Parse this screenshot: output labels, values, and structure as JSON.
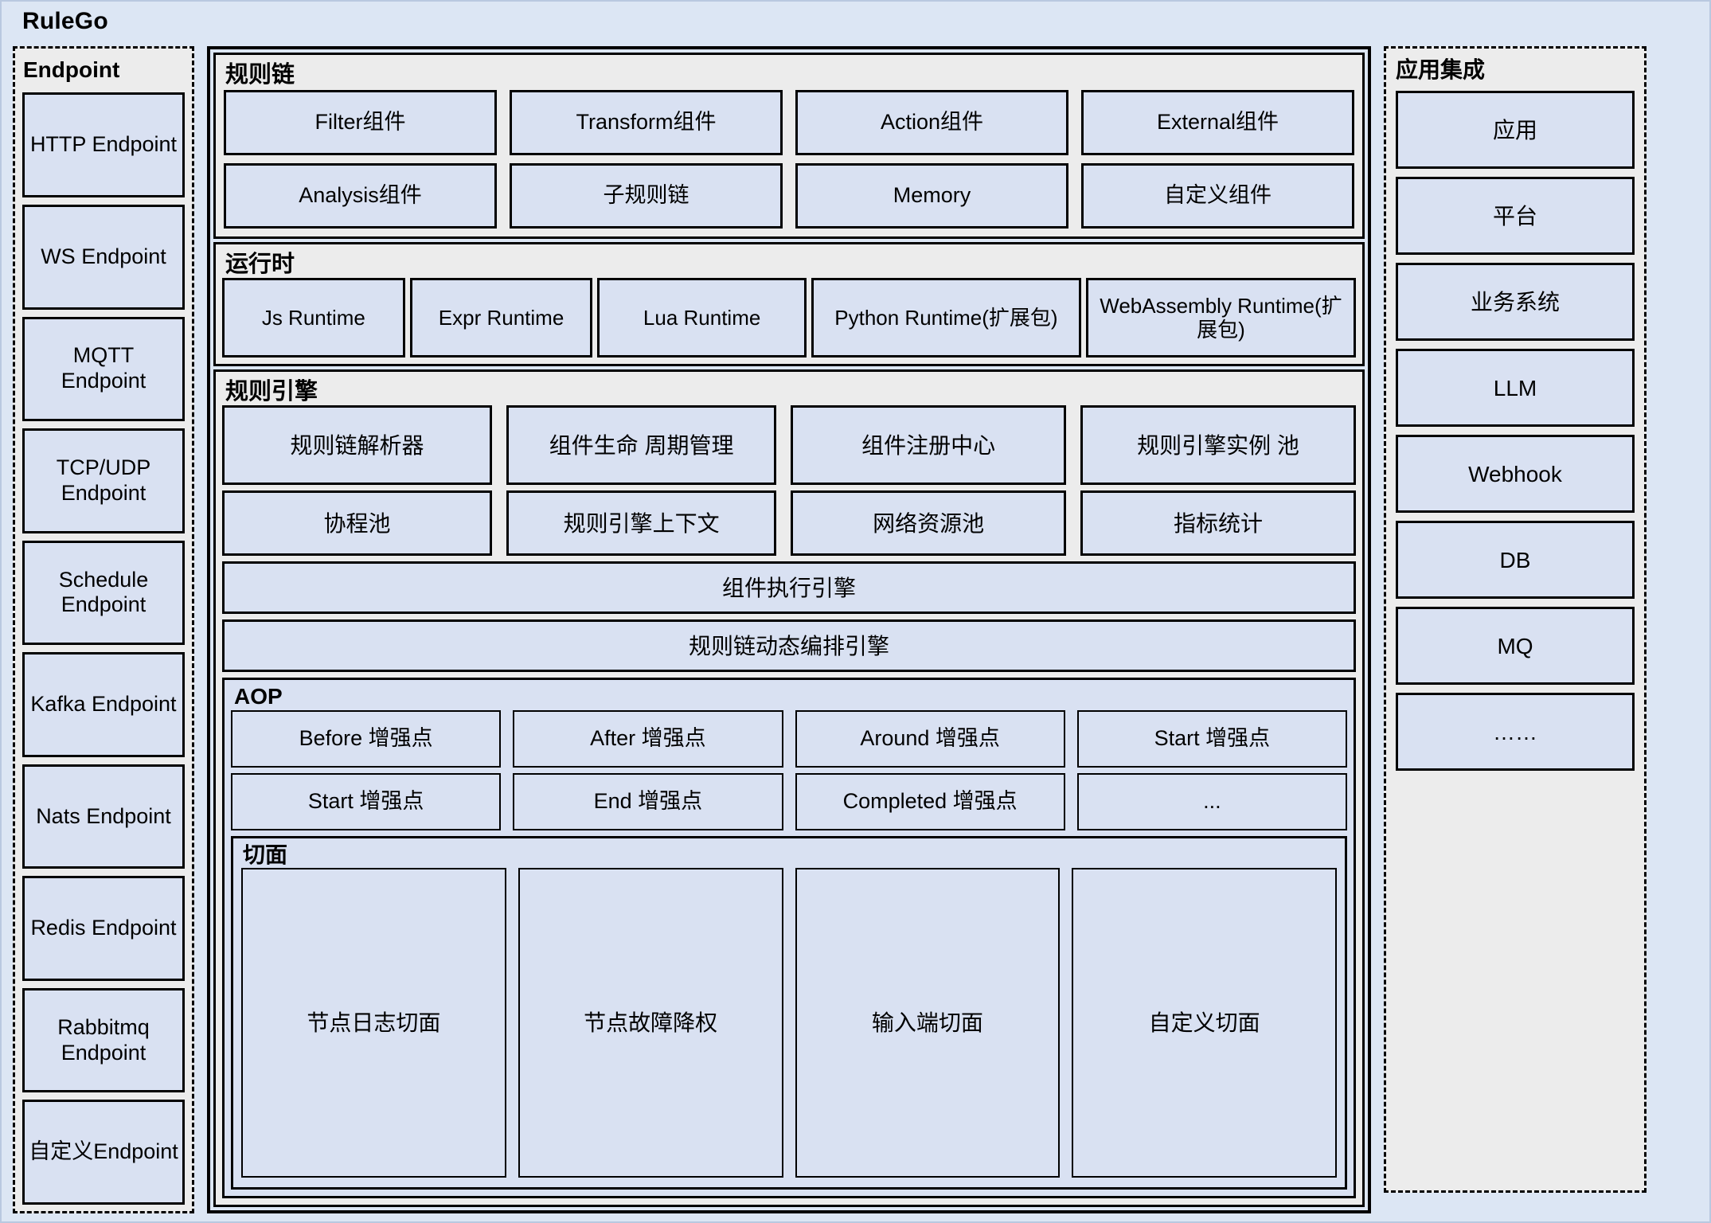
{
  "root": {
    "title": "RuleGo"
  },
  "endpoint": {
    "title": "Endpoint",
    "items": [
      {
        "label": "HTTP Endpoint"
      },
      {
        "label": "WS Endpoint"
      },
      {
        "label": "MQTT Endpoint"
      },
      {
        "label": "TCP/UDP Endpoint"
      },
      {
        "label": "Schedule Endpoint"
      },
      {
        "label": "Kafka Endpoint"
      },
      {
        "label": "Nats Endpoint"
      },
      {
        "label": "Redis Endpoint"
      },
      {
        "label": "Rabbitmq Endpoint"
      },
      {
        "label": "自定义Endpoint"
      }
    ]
  },
  "rule_chain": {
    "title": "规则链",
    "items": [
      {
        "label": "Filter组件"
      },
      {
        "label": "Transform组件"
      },
      {
        "label": "Action组件"
      },
      {
        "label": "External组件"
      },
      {
        "label": "Analysis组件"
      },
      {
        "label": "子规则链"
      },
      {
        "label": "Memory"
      },
      {
        "label": "自定义组件"
      }
    ]
  },
  "runtime": {
    "title": "运行时",
    "items": [
      {
        "label": "Js Runtime"
      },
      {
        "label": "Expr Runtime"
      },
      {
        "label": "Lua Runtime"
      },
      {
        "label": "Python Runtime(扩展包)"
      },
      {
        "label": "WebAssembly Runtime(扩展包)"
      }
    ]
  },
  "rule_engine": {
    "title": "规则引擎",
    "grid_items": [
      {
        "label": "规则链解析器"
      },
      {
        "label": "组件生命 周期管理"
      },
      {
        "label": "组件注册中心"
      },
      {
        "label": "规则引擎实例 池"
      },
      {
        "label": "协程池"
      },
      {
        "label": "规则引擎上下文"
      },
      {
        "label": "网络资源池"
      },
      {
        "label": "指标统计"
      }
    ],
    "bars": [
      {
        "label": "组件执行引擎"
      },
      {
        "label": "规则链动态编排引擎"
      }
    ]
  },
  "aop": {
    "title": "AOP",
    "items": [
      {
        "label": "Before 增强点"
      },
      {
        "label": "After 增强点"
      },
      {
        "label": "Around 增强点"
      },
      {
        "label": "Start 增强点"
      },
      {
        "label": "Start 增强点"
      },
      {
        "label": "End 增强点"
      },
      {
        "label": "Completed 增强点"
      },
      {
        "label": "..."
      }
    ]
  },
  "aspect": {
    "title": "切面",
    "items": [
      {
        "label": "节点日志切面"
      },
      {
        "label": "节点故障降权"
      },
      {
        "label": "输入端切面"
      },
      {
        "label": "自定义切面"
      }
    ]
  },
  "app_integration": {
    "title": "应用集成",
    "items": [
      {
        "label": "应用"
      },
      {
        "label": "平台"
      },
      {
        "label": "业务系统"
      },
      {
        "label": "LLM"
      },
      {
        "label": "Webhook"
      },
      {
        "label": "DB"
      },
      {
        "label": "MQ"
      },
      {
        "label": "……"
      }
    ]
  },
  "colors": {
    "canvas_background": "#dce6f4",
    "panel_background": "#ececec",
    "box_fill": "#d9e1f2",
    "border": "#000000"
  }
}
